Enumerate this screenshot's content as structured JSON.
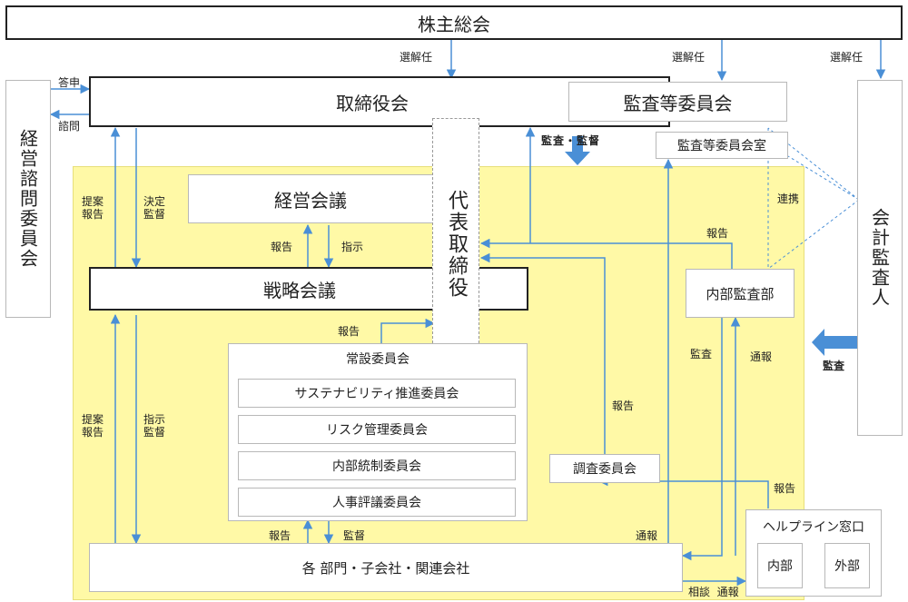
{
  "shareholders_meeting": "株主総会",
  "board": "取締役会",
  "audit_committee": "監査等委員会",
  "audit_committee_office": "監査等委員会室",
  "advisory_committee": "経営諮問委員会",
  "accounting_auditor": "会計監査人",
  "management_meeting": "経営会議",
  "strategy_meeting": "戦略会議",
  "representative_director": "代表取締役",
  "internal_audit_dept": "内部監査部",
  "standing_committees": {
    "title": "常設委員会",
    "items": [
      "サステナビリティ推進委員会",
      "リスク管理委員会",
      "内部統制委員会",
      "人事評議委員会"
    ]
  },
  "investigation_committee": "調査委員会",
  "departments": "各 部門・子会社・関連会社",
  "helpline": {
    "title": "ヘルプライン窓口",
    "internal": "内部",
    "external": "外部"
  },
  "labels": {
    "appoint_1": "選解任",
    "appoint_2": "選解任",
    "appoint_3": "選解任",
    "report_answer": "答申",
    "consult": "諮問",
    "audit_supervise": "監査・監督",
    "proposal_report_1": "提案\n報告",
    "decision_supervise": "決定\n監督",
    "report_1": "報告",
    "instruct_1": "指示",
    "report_2": "報告",
    "coop": "連携",
    "report_3": "報告",
    "proposal_report_2": "提案\n報告",
    "instruct_supervise": "指示\n監督",
    "audit_1": "監査",
    "whistle_1": "通報",
    "audit_2": "監査",
    "report_4": "報告",
    "report_5": "報告",
    "report_6": "報告",
    "supervise_1": "監督",
    "whistle_2": "通報",
    "consult_whistle": "相談  通報"
  },
  "colors": {
    "arrow": "#4a8fd6",
    "yellow": "#fff9a6",
    "audit_arrow": "#4a8fd6"
  }
}
